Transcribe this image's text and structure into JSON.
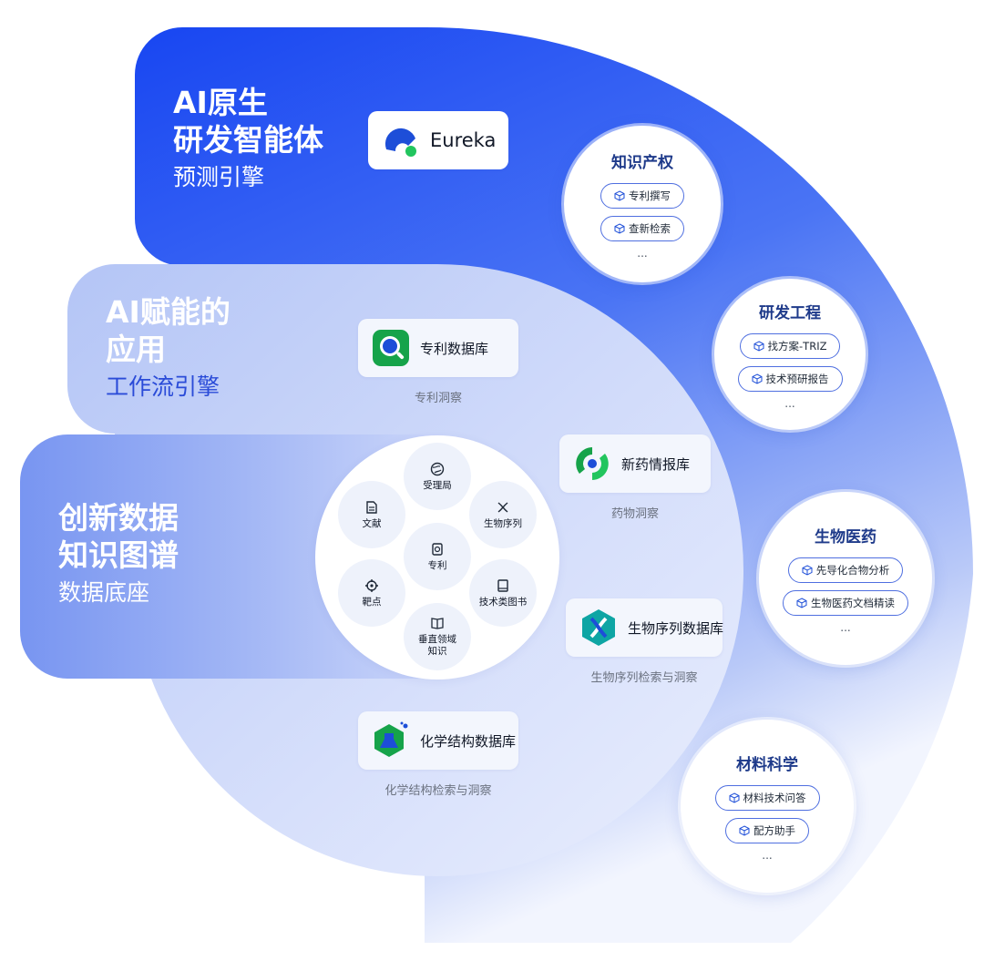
{
  "tiers": {
    "top": {
      "title_line1": "AI原生",
      "title_line2": "研发智能体",
      "subtitle": "预测引擎"
    },
    "middle": {
      "title_line1": "AI赋能的",
      "title_line2": "应用",
      "subtitle": "工作流引擎"
    },
    "bottom": {
      "title_line1": "创新数据",
      "title_line2": "知识图谱",
      "subtitle": "数据底座"
    }
  },
  "eureka": {
    "name": "Eureka"
  },
  "databases": [
    {
      "name": "专利数据库",
      "caption": "专利洞察",
      "logo_icon": "magnifier-logo-icon"
    },
    {
      "name": "新药情报库",
      "caption": "药物洞察",
      "logo_icon": "pill-logo-icon"
    },
    {
      "name": "生物序列数据库",
      "caption": "生物序列检索与洞察",
      "logo_icon": "dna-logo-icon"
    },
    {
      "name": "化学结构数据库",
      "caption": "化学结构检索与洞察",
      "logo_icon": "flask-logo-icon"
    }
  ],
  "graph_nodes": [
    {
      "label": "受理局",
      "icon": "globe-icon"
    },
    {
      "label": "生物序列",
      "icon": "dna-icon"
    },
    {
      "label": "技术类图书",
      "icon": "book-icon"
    },
    {
      "label": "垂直领域\n知识",
      "icon": "open-book-icon"
    },
    {
      "label": "靶点",
      "icon": "target-icon"
    },
    {
      "label": "文献",
      "icon": "document-icon"
    },
    {
      "label": "专利",
      "icon": "certificate-icon"
    }
  ],
  "applications": [
    {
      "title": "知识产权",
      "items": [
        "专利撰写",
        "查新检索"
      ],
      "more": "..."
    },
    {
      "title": "研发工程",
      "items": [
        "找方案-TRIZ",
        "技术预研报告"
      ],
      "more": "..."
    },
    {
      "title": "生物医药",
      "items": [
        "先导化合物分析",
        "生物医药文档精读"
      ],
      "more": "..."
    },
    {
      "title": "材料科学",
      "items": [
        "材料技术问答",
        "配方助手"
      ],
      "more": "..."
    }
  ],
  "colors": {
    "primary_blue": "#1f4ef5",
    "mid_blue": "#7f9cf2",
    "light_blue": "#cdd8fa",
    "green": "#22c55e",
    "teal": "#0ea5a4"
  }
}
